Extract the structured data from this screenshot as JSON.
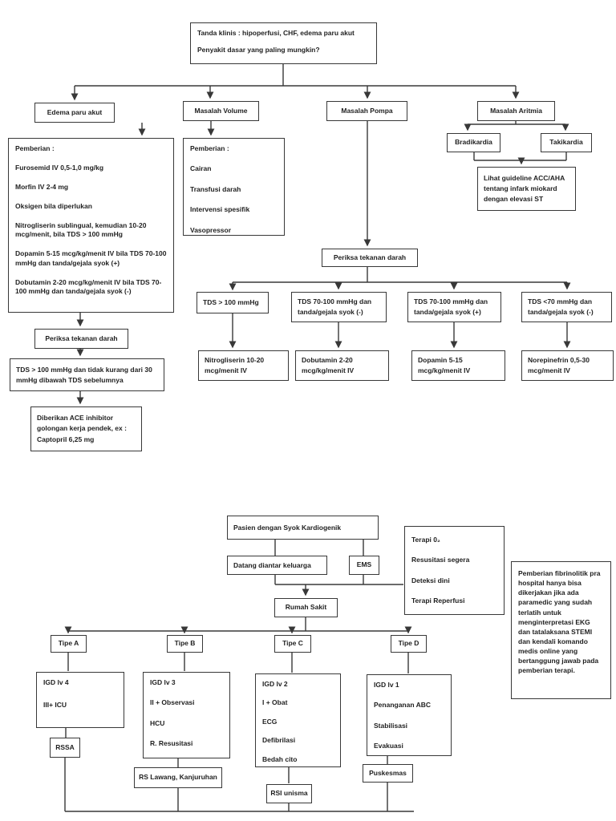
{
  "colors": {
    "line": "#383838",
    "border": "#383838",
    "text": "#1f1f1f",
    "background": "#ffffff"
  },
  "top_chart": {
    "root": [
      "Tanda klinis : hipoperfusi, CHF, edema paru akut",
      "Penyakit dasar yang paling mungkin?"
    ],
    "edema_label": "Edema paru akut",
    "volume_label": "Masalah Volume",
    "pompa_label": "Masalah Pompa",
    "aritmia_label": "Masalah Aritmia",
    "edema_detail": [
      "Pemberian :",
      "Furosemid IV 0,5-1,0 mg/kg",
      "Morfin IV 2-4 mg",
      "Oksigen bila diperlukan",
      "Nitrogliserin sublingual, kemudian 10-20 mcg/menit, bila TDS > 100 mmHg",
      "Dopamin 5-15 mcg/kg/menit IV bila TDS 70-100 mmHg dan tanda/gejala syok (+)",
      "Dobutamin 2-20 mcg/kg/menit IV bila TDS 70-100 mmHg dan tanda/gejala syok (-)"
    ],
    "volume_detail": [
      "Pemberian :",
      "Cairan",
      "Transfusi darah",
      "Intervensi spesifik",
      "Vasopressor"
    ],
    "bradikardia": "Bradikardia",
    "takikardia": "Takikardia",
    "guideline": "Lihat guideline ACC/AHA tentang infark miokard dengan elevasi ST",
    "periksa_pompa": "Periksa tekanan darah",
    "conditions": [
      "TDS > 100 mmHg",
      "TDS 70-100 mmHg dan tanda/gejala syok (-)",
      "TDS 70-100 mmHg dan tanda/gejala syok (+)",
      "TDS <70 mmHg dan tanda/gejala syok (-)"
    ],
    "treatments": [
      "Nitrogliserin 10-20 mcg/menit IV",
      "Dobutamin 2-20 mcg/kg/menit IV",
      "Dopamin 5-15 mcg/kg/menit IV",
      "Norepinefrin 0,5-30 mcg/menit IV"
    ],
    "periksa_left": "Periksa tekanan darah",
    "tds_left": "TDS > 100 mmHg dan tidak kurang dari 30 mmHg dibawah TDS sebelumnya",
    "ace": "Diberikan ACE inhibitor golongan kerja pendek, ex : Captopril 6,25 mg"
  },
  "bottom_chart": {
    "pasien": "Pasien dengan Syok Kardiogenik",
    "datang": "Datang diantar keluarga",
    "ems": "EMS",
    "rumah_sakit": "Rumah Sakit",
    "terapi": [
      "Terapi 0₂",
      "Resusitasi segera",
      "Deteksi dini",
      "Terapi Reperfusi"
    ],
    "note": "Pemberian fibrinolitik pra hospital hanya bisa dikerjakan jika ada paramedic yang sudah terlatih untuk menginterpretasi EKG dan tatalaksana STEMI dan kendali komando medis online yang bertanggung jawab pada pemberian terapi.",
    "tipe_labels": [
      "Tipe A",
      "Tipe B",
      "Tipe C",
      "Tipe D"
    ],
    "tipe_a_detail": [
      "IGD lv 4",
      "III+ ICU"
    ],
    "tipe_b_detail": [
      "IGD lv 3",
      "II + Observasi",
      "HCU",
      "R. Resusitasi"
    ],
    "tipe_c_detail": [
      "IGD lv 2",
      "I + Obat",
      "ECG",
      "Defibrilasi",
      "Bedah cito"
    ],
    "tipe_d_detail": [
      "IGD lv 1",
      "Penanganan ABC",
      "Stabilisasi",
      "Evakuasi"
    ],
    "rssa": "RSSA",
    "rs_lawang": "RS Lawang, Kanjuruhan",
    "rsi_unisma": "RSI unisma",
    "puskesmas": "Puskesmas"
  }
}
